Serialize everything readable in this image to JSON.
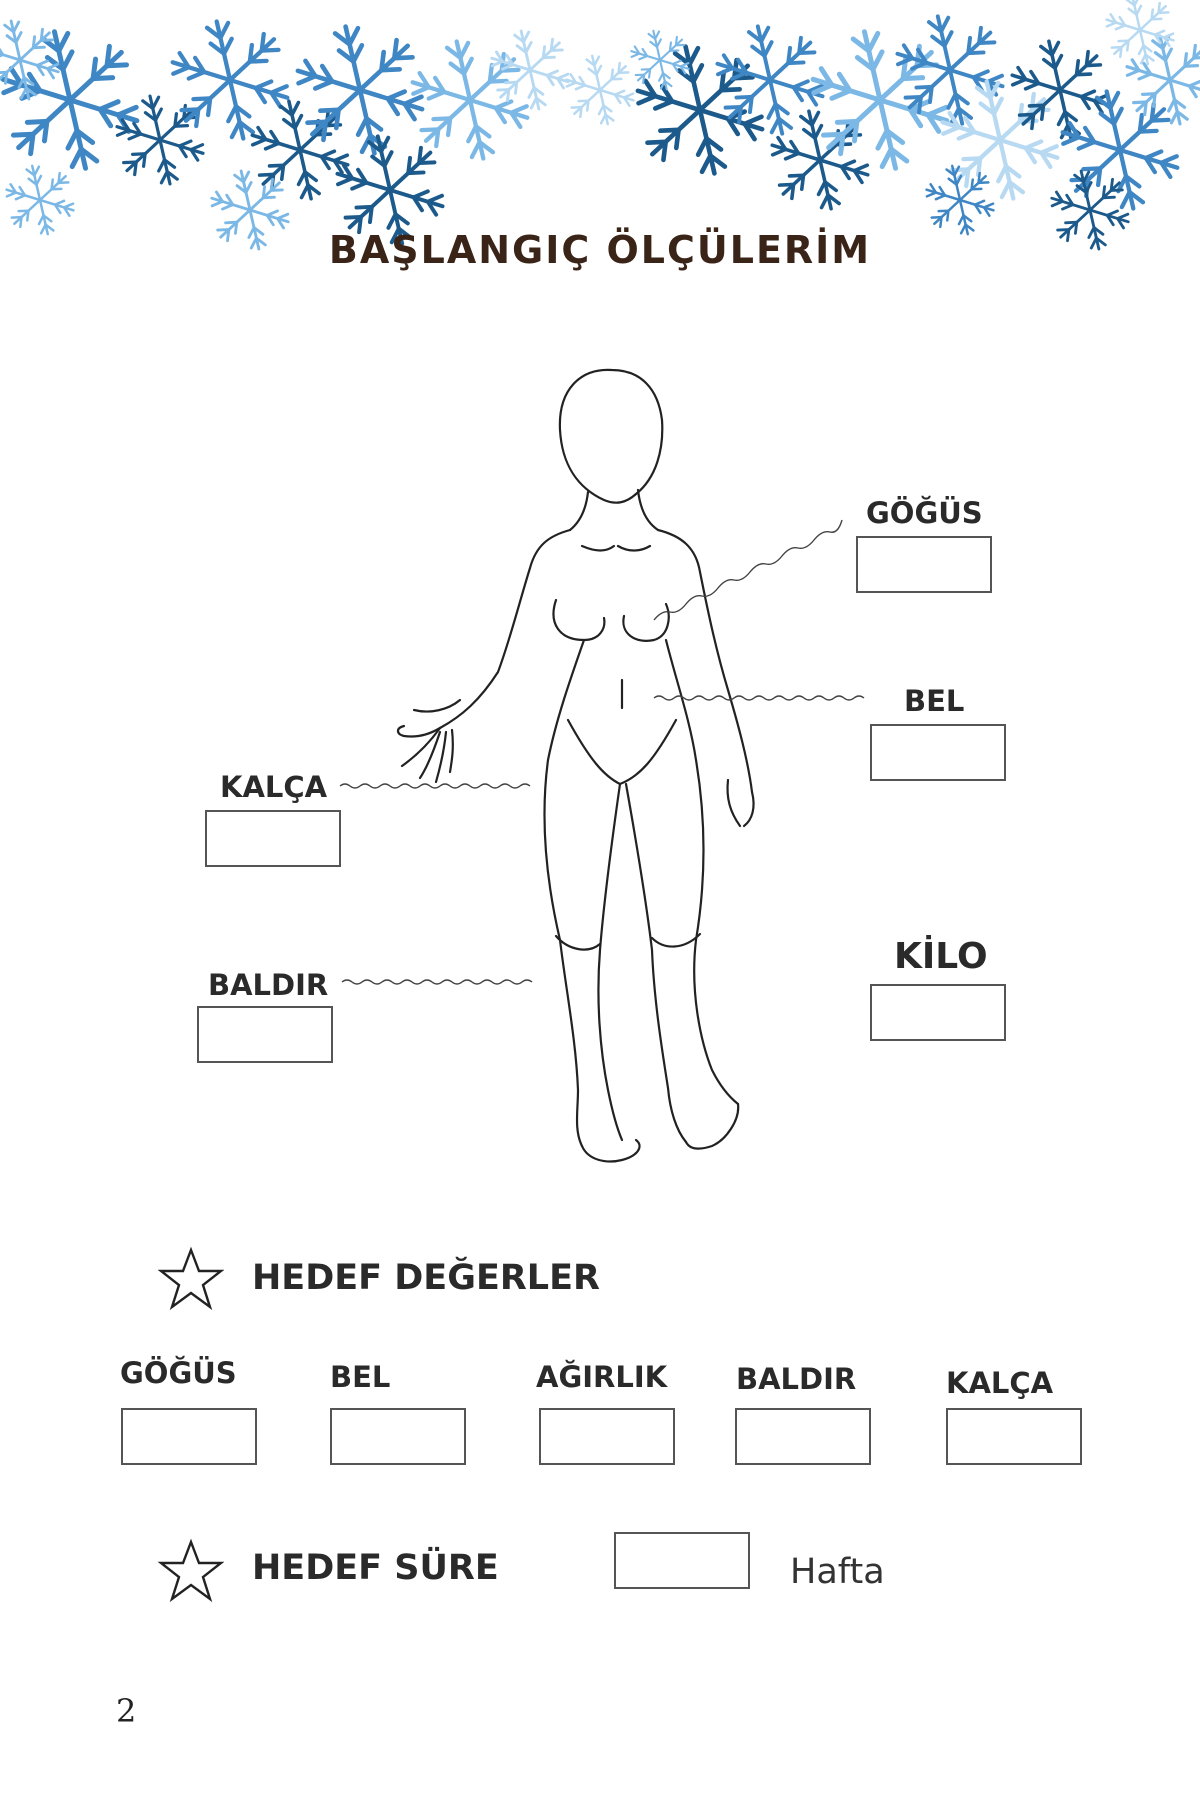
{
  "page": {
    "title": "BAŞLANGIÇ ÖLÇÜLERİM",
    "page_number": "2"
  },
  "decoration": {
    "icon": "snowflake-icon",
    "colors": [
      "#1d5a8c",
      "#3f86c4",
      "#7cb8e6",
      "#b7d9f2"
    ]
  },
  "body_figure": {
    "icon": "body-outline-icon"
  },
  "start_measurements": {
    "chest": "GÖĞÜS",
    "waist": "BEL",
    "hip": "KALÇA",
    "calf": "BALDIR",
    "weight": "KİLO"
  },
  "targets": {
    "title": "HEDEF DEĞERLER",
    "icon": "star-icon",
    "fields": [
      {
        "label": "GÖĞÜS"
      },
      {
        "label": "BEL"
      },
      {
        "label": "AĞIRLIK"
      },
      {
        "label": "BALDIR"
      },
      {
        "label": "KALÇA"
      }
    ]
  },
  "target_duration": {
    "title": "HEDEF SÜRE",
    "icon": "star-icon",
    "unit": "Hafta"
  }
}
